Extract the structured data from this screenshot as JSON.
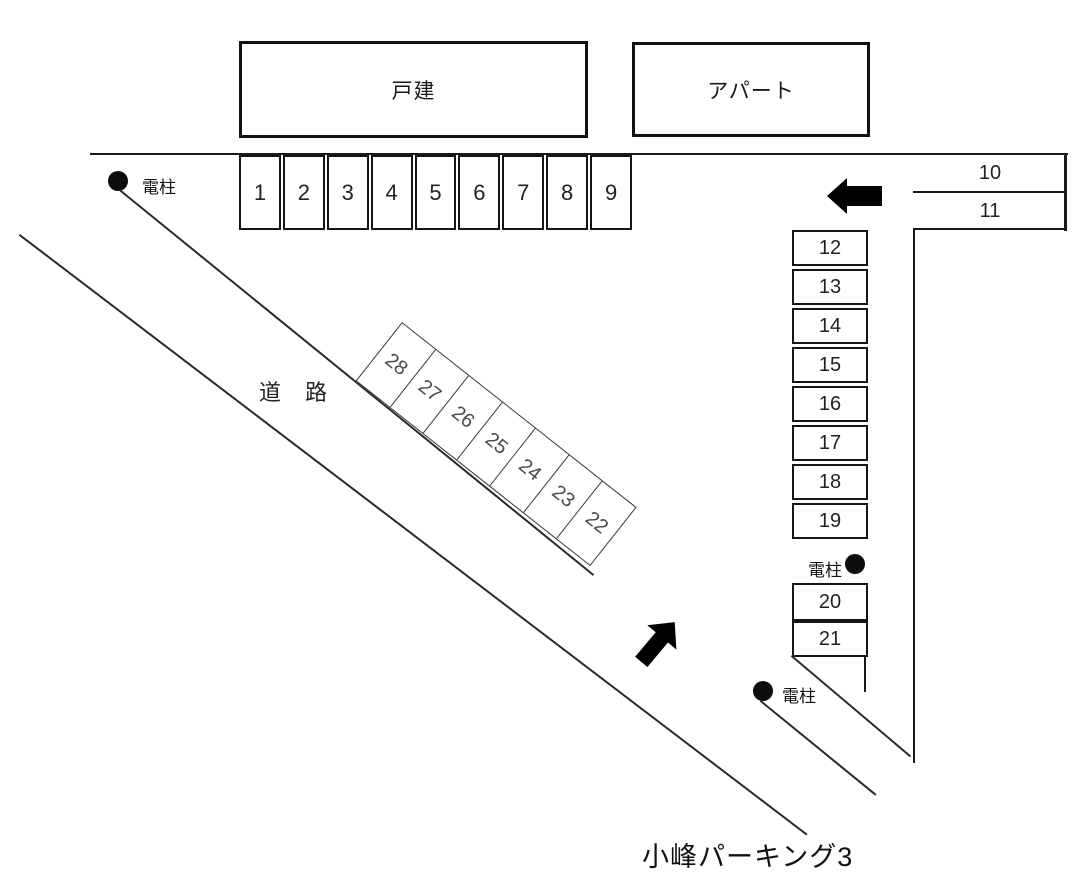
{
  "title": "小峰パーキング3",
  "buildings": {
    "house": "戸建",
    "apartment": "アパート"
  },
  "labels": {
    "road": "道 路",
    "pole": "電柱"
  },
  "spaces": {
    "row_top": [
      "1",
      "2",
      "3",
      "4",
      "5",
      "6",
      "7",
      "8",
      "9"
    ],
    "row_right_top": [
      "10",
      "11"
    ],
    "col_right": [
      "12",
      "13",
      "14",
      "15",
      "16",
      "17",
      "18",
      "19"
    ],
    "col_right_lower": [
      "20",
      "21"
    ],
    "diagonal": [
      "28",
      "27",
      "26",
      "25",
      "24",
      "23",
      "22"
    ]
  },
  "icons": {
    "arrow_left": "left-arrow",
    "arrow_up_right": "up-right-arrow",
    "pole_marker": "filled-circle"
  },
  "colors": {
    "line": "#1a1a1a",
    "text": "#222222",
    "arrow": "#000000",
    "background": "#ffffff"
  }
}
